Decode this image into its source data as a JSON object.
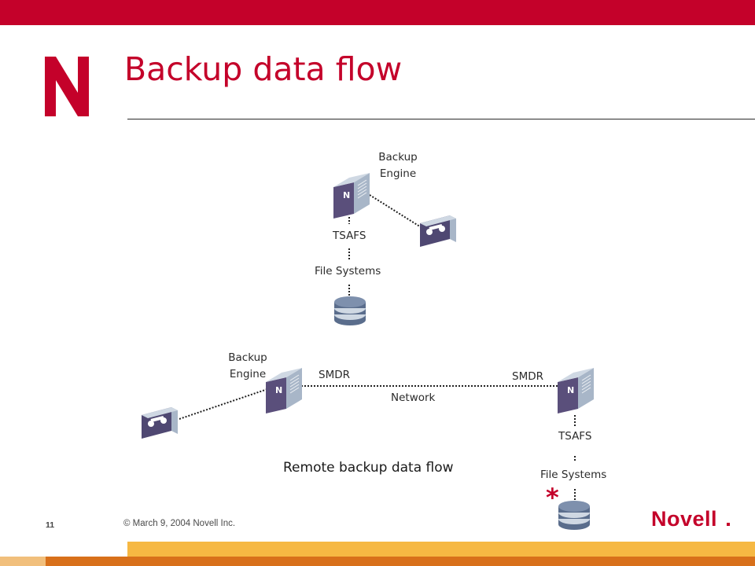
{
  "slide": {
    "title": "Backup data flow",
    "number": "11",
    "copyright": "© March 9, 2004 Novell Inc.",
    "brand": "Novell",
    "logo_letter": "N",
    "server_badge": "N",
    "asterisk": "*"
  },
  "local_flow": {
    "engine_label_line1": "Backup",
    "engine_label_line2": "Engine",
    "tsafs_label": "TSAFS",
    "fs_label": "File Systems"
  },
  "remote_flow": {
    "engine_label_line1": "Backup",
    "engine_label_line2": "Engine",
    "smdr_left": "SMDR",
    "smdr_right": "SMDR",
    "network_label": "Network",
    "tsafs_label": "TSAFS",
    "fs_label": "File Systems",
    "caption": "Remote backup data flow"
  },
  "colors": {
    "accent": "#c4012a",
    "server_front": "#5a4f7b",
    "server_side": "#a8b6c8",
    "disk": "#5a6d8c",
    "tape": "#4f4872",
    "footer_orange": "#f6b843",
    "footer_dark": "#d8701a"
  },
  "icons": [
    "novell-n-logo",
    "server-icon",
    "tape-drive-icon",
    "disk-stack-icon"
  ]
}
